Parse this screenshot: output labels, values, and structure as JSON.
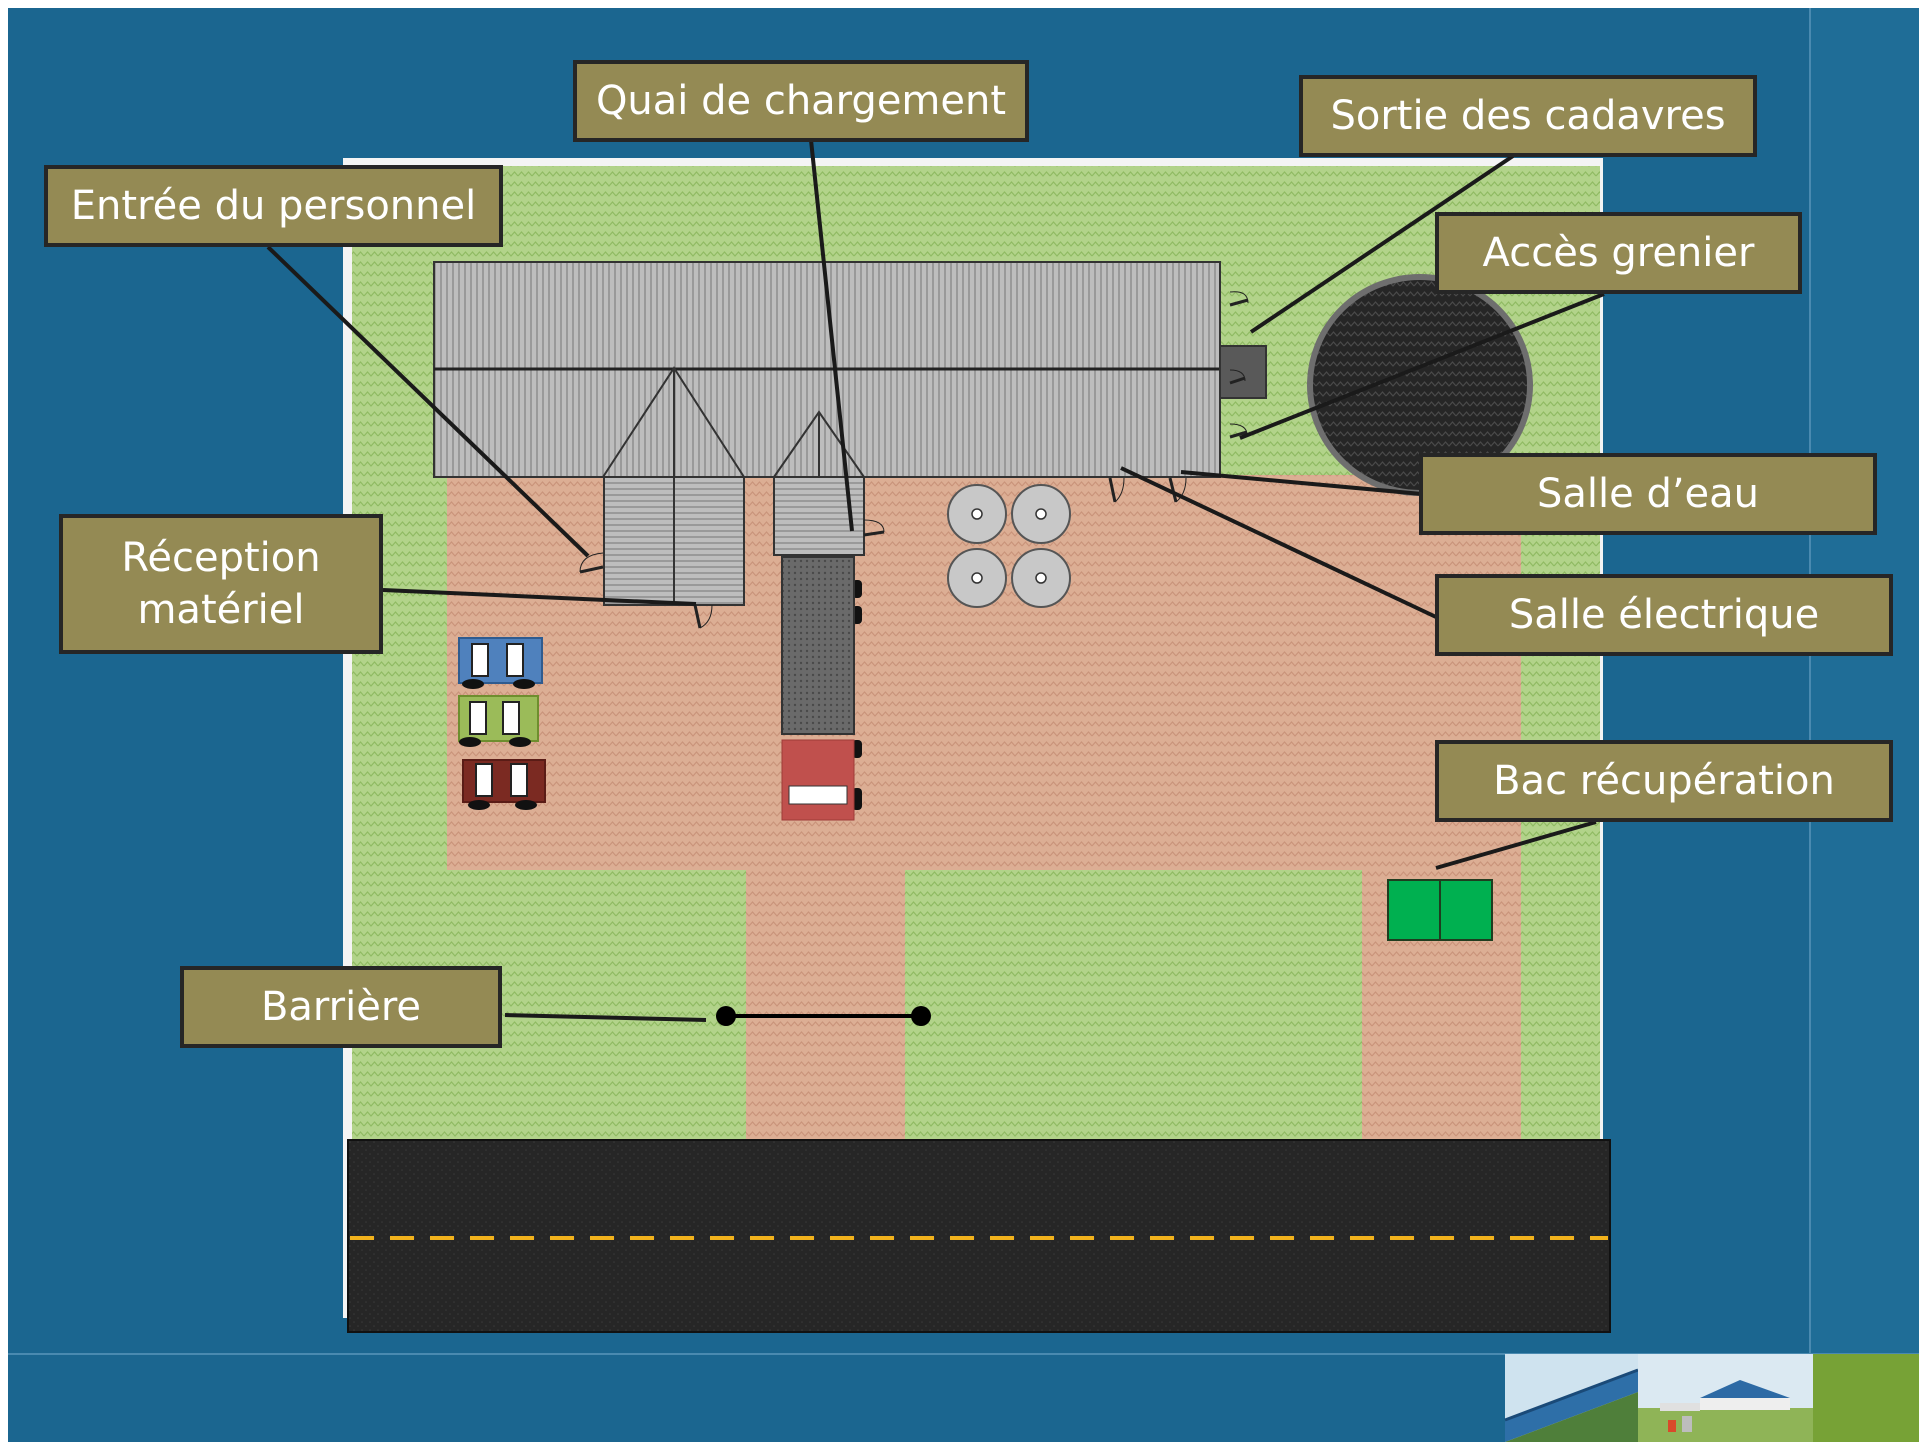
{
  "colors": {
    "background": "#1b6690",
    "grass": "#b2d38a",
    "yard": "#dcae94",
    "road": "#262626",
    "road_marking": "#f2b21c",
    "label_fill": "#948a54",
    "label_border": "#262626",
    "roof": "#b5b5b5",
    "silo": "#c8c8c8",
    "recovery_bin": "#00b050",
    "truck_cab": "#c0504d"
  },
  "labels": {
    "entree_personnel": "Entrée du personnel",
    "quai_chargement": "Quai de chargement",
    "sortie_cadavres": "Sortie des cadavres",
    "acces_grenier": "Accès grenier",
    "reception_materiel": "Réception\nmatériel",
    "salle_eau": "Salle d’eau",
    "salle_electrique": "Salle électrique",
    "bac_recuperation": "Bac récupération",
    "barriere": "Barrière"
  },
  "elements": {
    "main_building": "building-roof",
    "manure_pit": "circular-pit",
    "silos": "grain-silos",
    "truck": "truck",
    "cars": "parked-cars",
    "road": "road",
    "gate": "barrier-gate",
    "recovery_bin": "recovery-bin"
  }
}
